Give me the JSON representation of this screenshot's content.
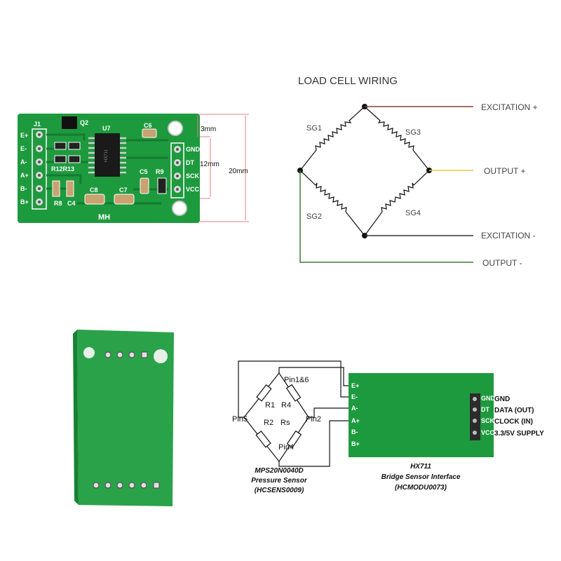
{
  "module": {
    "header_pins": [
      "E+",
      "E-",
      "A-",
      "A+",
      "B-",
      "B+"
    ],
    "output_pins": [
      "GND",
      "DT",
      "SCK",
      "VCC"
    ],
    "components": {
      "j1": "J1",
      "q2": "Q2",
      "u7": "U7",
      "chip": "HX711",
      "c6": "C6",
      "c5": "C5",
      "r9": "R9",
      "c8": "C8",
      "c7": "C7",
      "r12r13": "R12R13",
      "r8": "R8",
      "c4": "C4",
      "maker": "MH"
    },
    "dimensions": {
      "top_margin": "3mm",
      "height_inner": "12mm",
      "height_total": "20mm"
    }
  },
  "load_cell": {
    "title": "LOAD CELL WIRING",
    "gauges": [
      "SG1",
      "SG3",
      "SG2",
      "SG4"
    ],
    "outputs": [
      "EXCITATION +",
      "OUTPUT +",
      "EXCITATION -",
      "OUTPUT -"
    ],
    "colors": {
      "excitation_plus": "#8b3a3a",
      "output_plus": "#e8c840",
      "excitation_minus": "#333333",
      "output_minus": "#3d7a3d"
    }
  },
  "sensor_diagram": {
    "bridge_pins": {
      "top": "Pin1&6",
      "left": "Pin5",
      "right": "Pin2",
      "bottom": "Pin4"
    },
    "resistors": [
      "R1",
      "R4",
      "R2",
      "Rs"
    ],
    "hx711_pins": [
      "E+",
      "E-",
      "A-",
      "A+",
      "B-",
      "B+"
    ],
    "hx711_out": [
      "GND",
      "DT",
      "SCK",
      "VCC"
    ],
    "out_labels": [
      "GND",
      "DATA (OUT)",
      "CLOCK (IN)",
      "3.3/5V SUPPLY"
    ],
    "sensor_caption": [
      "MPS20N0040D",
      "Pressure Sensor",
      "(HCSENS0009)"
    ],
    "interface_caption": [
      "HX711",
      "Bridge Sensor Interface",
      "(HCMODU0073)"
    ]
  },
  "colors": {
    "pcb_green": "#1e9a3e",
    "pcb_dark": "#157a30",
    "board_back": "#2aa24a"
  }
}
